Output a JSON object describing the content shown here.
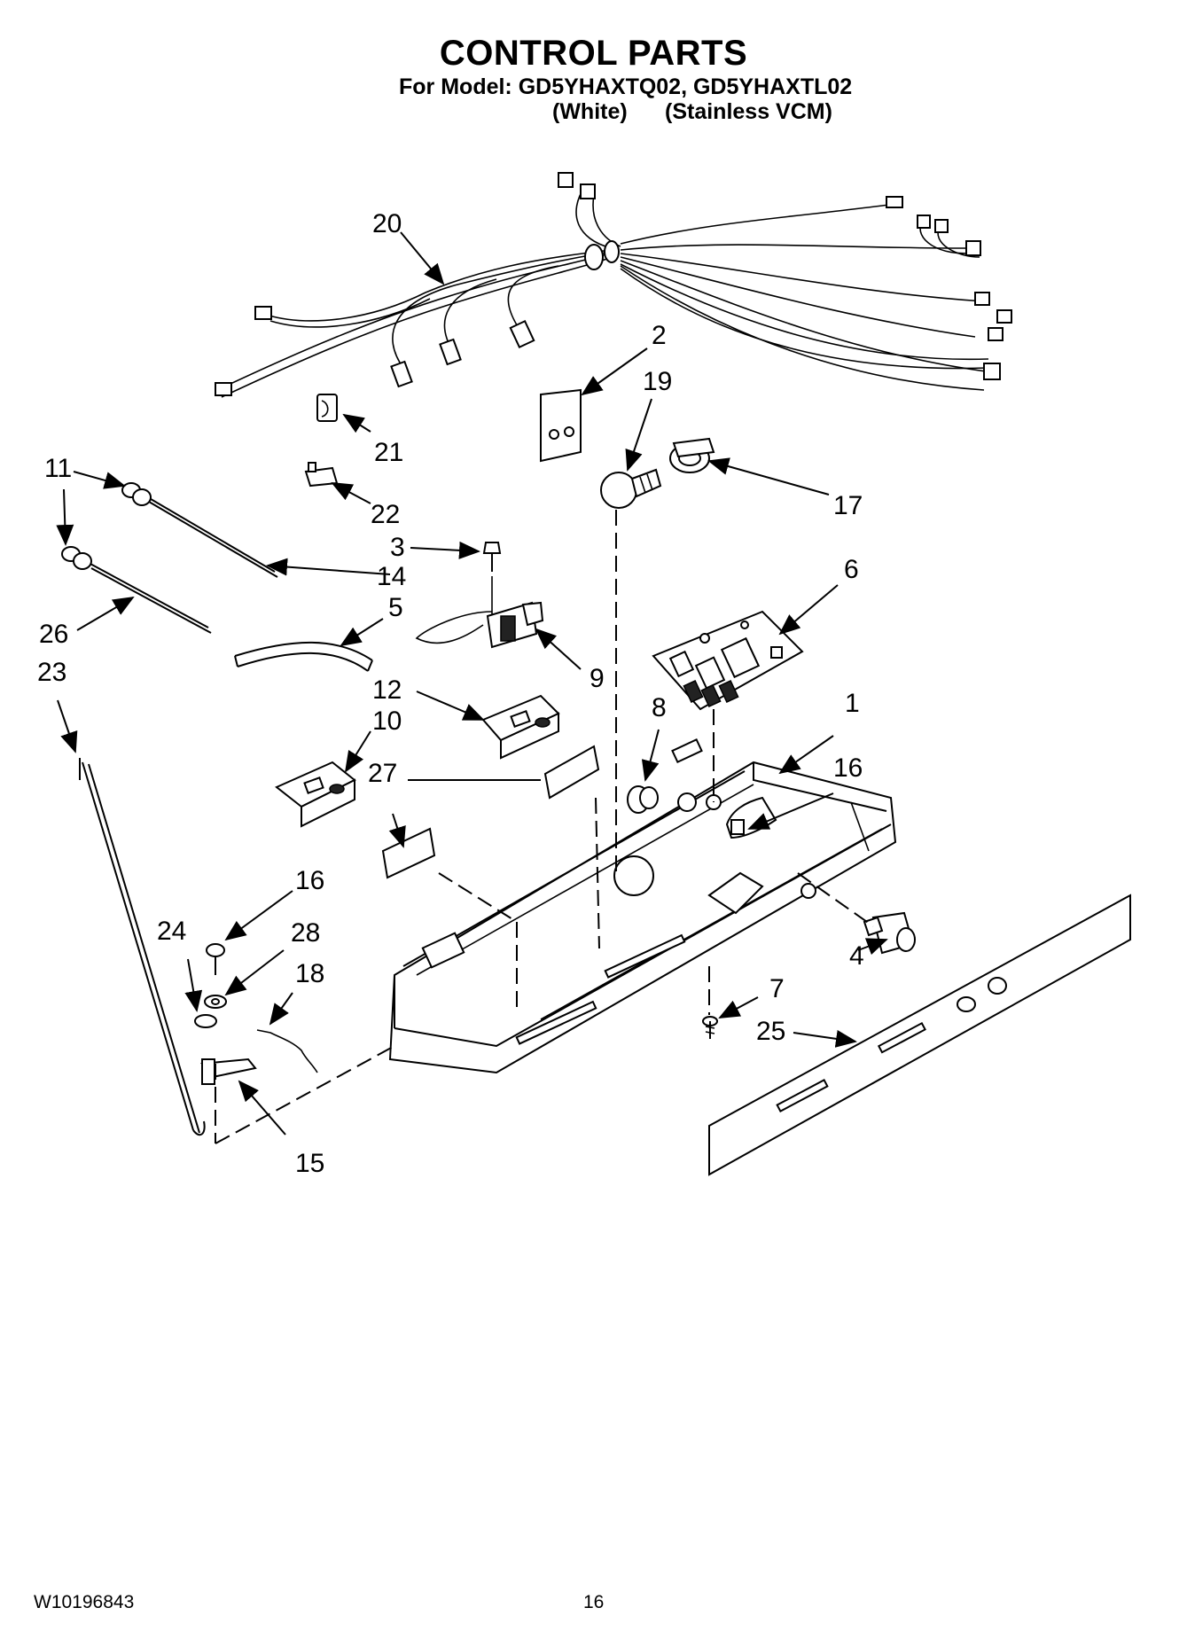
{
  "header": {
    "title": "CONTROL PARTS",
    "model_line": "For Model: GD5YHAXTQ02, GD5YHAXTL02",
    "variant_white": "(White)",
    "variant_stainless": "(Stainless VCM)"
  },
  "footer": {
    "doc_number": "W10196843",
    "page_number": "16"
  },
  "callouts": [
    {
      "id": "c20",
      "text": "20"
    },
    {
      "id": "c2",
      "text": "2"
    },
    {
      "id": "c19",
      "text": "19"
    },
    {
      "id": "c21",
      "text": "21"
    },
    {
      "id": "c17",
      "text": "17"
    },
    {
      "id": "c11",
      "text": "11"
    },
    {
      "id": "c22",
      "text": "22"
    },
    {
      "id": "c3",
      "text": "3"
    },
    {
      "id": "c14",
      "text": "14"
    },
    {
      "id": "c6",
      "text": "6"
    },
    {
      "id": "c5",
      "text": "5"
    },
    {
      "id": "c26",
      "text": "26"
    },
    {
      "id": "c23",
      "text": "23"
    },
    {
      "id": "c9",
      "text": "9"
    },
    {
      "id": "c12",
      "text": "12"
    },
    {
      "id": "c8",
      "text": "8"
    },
    {
      "id": "c1",
      "text": "1"
    },
    {
      "id": "c10",
      "text": "10"
    },
    {
      "id": "c27",
      "text": "27"
    },
    {
      "id": "c16a",
      "text": "16"
    },
    {
      "id": "c16b",
      "text": "16"
    },
    {
      "id": "c24",
      "text": "24"
    },
    {
      "id": "c28",
      "text": "28"
    },
    {
      "id": "c4",
      "text": "4"
    },
    {
      "id": "c18",
      "text": "18"
    },
    {
      "id": "c7",
      "text": "7"
    },
    {
      "id": "c25",
      "text": "25"
    },
    {
      "id": "c15",
      "text": "15"
    }
  ]
}
